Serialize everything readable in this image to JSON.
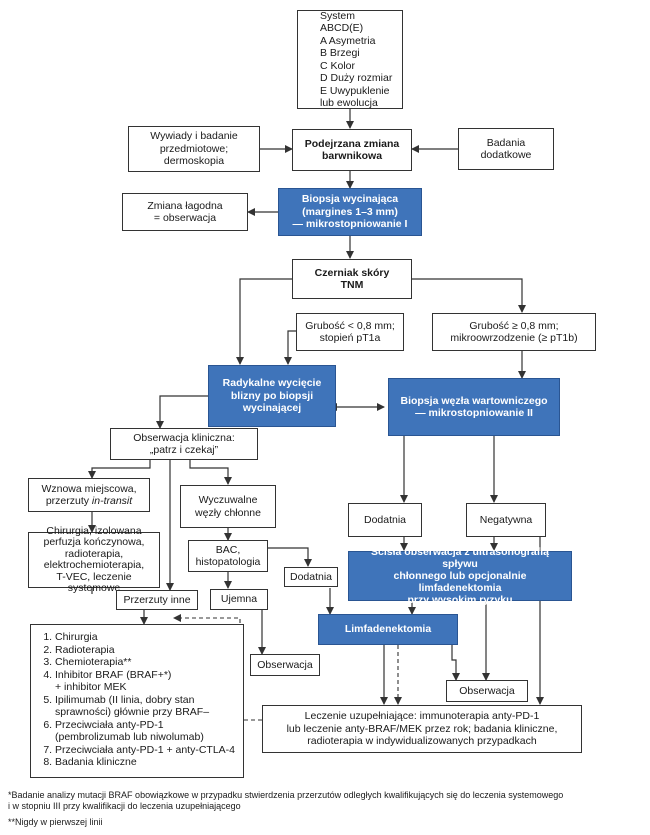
{
  "nodes": {
    "abcd": "System ABCD(E)\nA  Asymetria\nB  Brzegi\nC  Kolor\nD  Duży rozmiar\nE  Uwypuklenie\n    lub ewolucja",
    "wywiady": "Wywiady i badanie\nprzedmiotowe;\ndermoskopia",
    "podejrzana": "Podejrzana zmiana\nbarwnikowa",
    "badania_dod": "Badania\ndodatkowe",
    "zmiana_lagodna": "Zmiana łagodna\n= obserwacja",
    "biopsja_wyc": "Biopsja wycinająca\n(margines 1–3 mm)\n— mikrostopniowanie I",
    "czerniak": "Czerniak skóry\nTNM",
    "grubosc_lt": "Grubość < 0,8 mm;\nstopień pT1a",
    "grubosc_ge": "Grubość ≥ 0,8 mm;\nmikroowrzodzenie (≥ pT1b)",
    "radykalne": "Radykalne wycięcie\nblizny po biopsji\nwycinającej",
    "biopsja_wezla": "Biopsja węzła wartowniczego\n— mikrostopniowanie II",
    "obserwacja_klin": "Obserwacja kliniczna:\n„patrz i czekaj”",
    "wznowa_a": "Wznowa miejscowa,\nprzerzuty ",
    "wznowa_b": "in-transit",
    "wyczuwalne": "Wyczuwalne\nwęzły chłonne",
    "chirurgia": "Chirurgia, izolowana\nperfuzja kończynowa,\nradioterapia,\nelektrochemioterapia,\nT-VEC, leczenie systemowe",
    "bac": "BAC,\nhistopatologia",
    "dodatnia_small": "Dodatnia",
    "dodatnia": "Dodatnia",
    "negatywna": "Negatywna",
    "scisla": "Ścisła obserwacja z ultrasonografią spływu\nchłonnego lub opcjonalnie limfadenektomia\nprzy wysokim ryzyku",
    "przerzuty_inne": "Przerzuty inne",
    "ujemna": "Ujemna",
    "limfadenektomia": "Limfadenektomia",
    "obserwacja_1": "Obserwacja",
    "obserwacja_2": "Obserwacja",
    "leczenie_uzup": "Leczenie uzupełniające: immunoterapia anty-PD-1\nlub leczenie anty-BRAF/MEK przez rok; badania kliniczne,\nradioterapia w indywidualizowanych przypadkach"
  },
  "treatment_list": [
    "Chirurgia",
    "Radioterapia",
    "Chemioterapia**",
    "Inhibitor BRAF (BRAF+*)\n+ inhibitor MEK",
    "Ipilimumab (II linia, dobry stan\nsprawności) głównie przy BRAF–",
    "Przeciwciała anty-PD-1\n(pembrolizumab lub niwolumab)",
    "Przeciwciała anty-PD-1 + anty-CTLA-4",
    "Badania kliniczne"
  ],
  "footnotes": {
    "f1": "*Badanie analizy mutacji BRAF obowiązkowe w  przypadku stwierdzenia przerzutów odległych kwalifikujących się do leczenia systemowego\ni w stopniu III przy kwalifikacji do leczenia uzupełniającego",
    "f2": "**Nigdy w pierwszej linii"
  },
  "colors": {
    "blue": "#3f74ba",
    "line": "#333333"
  }
}
